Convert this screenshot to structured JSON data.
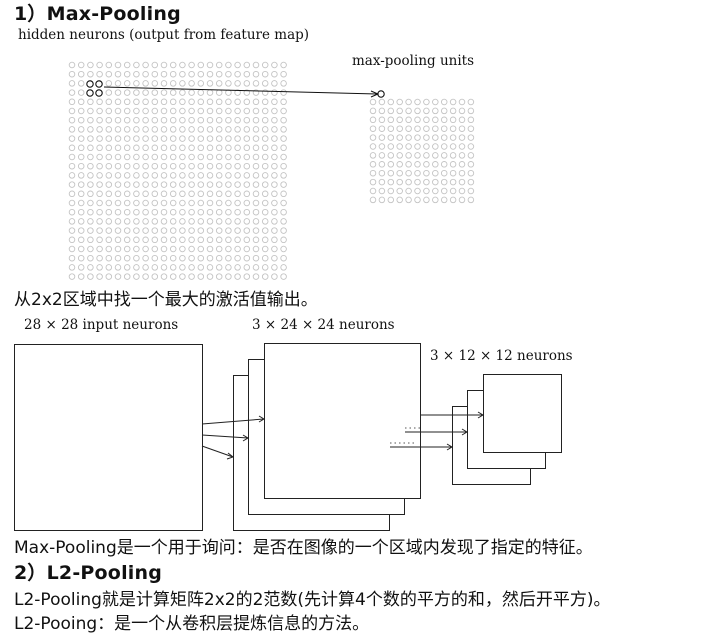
{
  "sections": {
    "max_pooling": {
      "heading": "1）Max-Pooling",
      "figure1": {
        "hidden_label": "hidden neurons (output from feature map)",
        "pool_label": "max-pooling units",
        "input_grid": {
          "rows": 24,
          "cols": 24
        },
        "pool_grid": {
          "rows": 12,
          "cols": 12
        }
      },
      "description": "从2x2区域中找一个最大的激活值输出。",
      "figure2": {
        "input_label": "28 × 28 input neurons",
        "conv_label": "3 × 24 × 24 neurons",
        "pool_label": "3 × 12 × 12 neurons"
      },
      "summary": "Max-Pooling是一个用于询问：是否在图像的一个区域内发现了指定的特征。"
    },
    "l2_pooling": {
      "heading": "2）L2-Pooling",
      "line1": "L2-Pooling就是计算矩阵2x2的2范数(先计算4个数的平方的和，然后开平方)。",
      "line2": "L2-Pooing：是一个从卷积层提炼信息的方法。"
    }
  }
}
